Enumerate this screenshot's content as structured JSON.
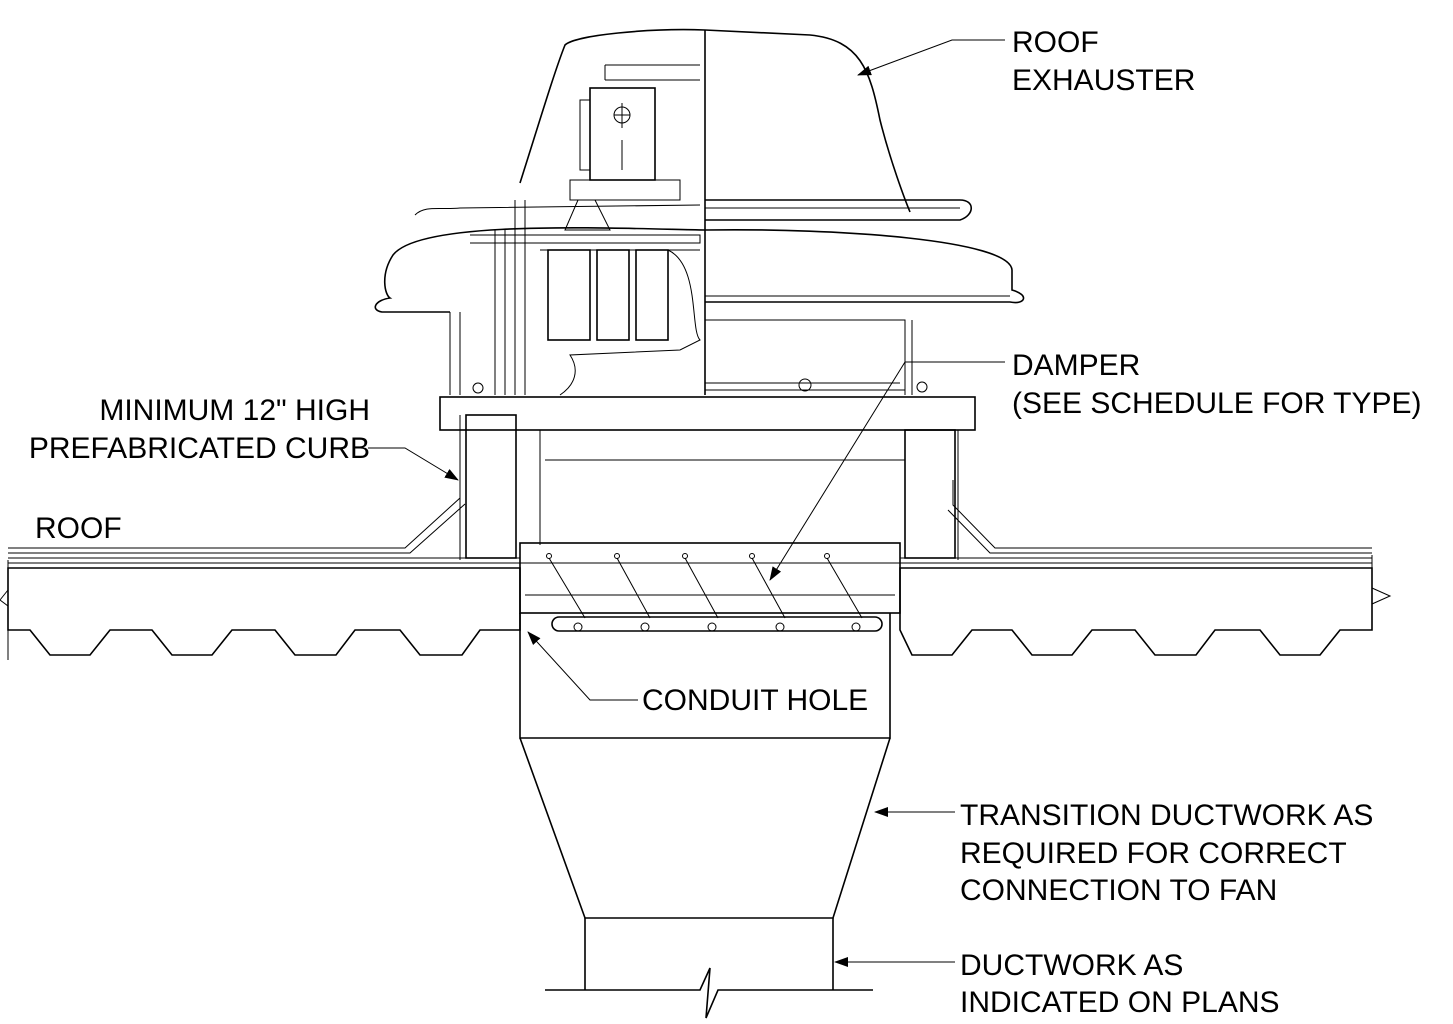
{
  "labels": {
    "roof_exhauster": [
      "ROOF",
      "EXHAUSTER"
    ],
    "damper": [
      "DAMPER",
      "(SEE SCHEDULE FOR TYPE)"
    ],
    "curb": [
      "MINIMUM 12\" HIGH",
      "PREFABRICATED CURB"
    ],
    "roof": "ROOF",
    "conduit_hole": "CONDUIT HOLE",
    "transition": [
      "TRANSITION DUCTWORK AS",
      "REQUIRED FOR CORRECT",
      "CONNECTION TO FAN"
    ],
    "ductwork": [
      "DUCTWORK AS",
      "INDICATED ON PLANS"
    ]
  },
  "colors": {
    "line": "#000000",
    "background": "#ffffff"
  }
}
